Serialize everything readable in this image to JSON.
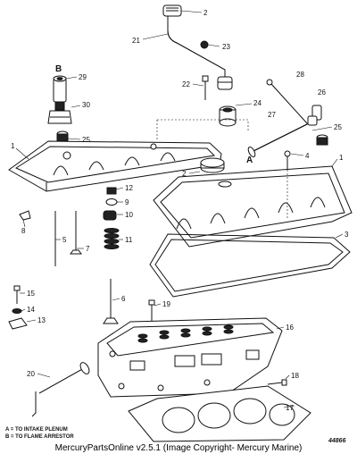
{
  "diagram": {
    "callouts": [
      {
        "id": "c2a",
        "text": "2"
      },
      {
        "id": "c21",
        "text": "21"
      },
      {
        "id": "c23",
        "text": "23"
      },
      {
        "id": "cB",
        "text": "B"
      },
      {
        "id": "c29",
        "text": "29"
      },
      {
        "id": "c28",
        "text": "28"
      },
      {
        "id": "c22",
        "text": "22"
      },
      {
        "id": "c24",
        "text": "24"
      },
      {
        "id": "c26",
        "text": "26"
      },
      {
        "id": "c30",
        "text": "30"
      },
      {
        "id": "c27",
        "text": "27"
      },
      {
        "id": "c25a",
        "text": "25"
      },
      {
        "id": "c25b",
        "text": "25"
      },
      {
        "id": "c1a",
        "text": "1"
      },
      {
        "id": "cA",
        "text": "A"
      },
      {
        "id": "c4",
        "text": "4"
      },
      {
        "id": "c1b",
        "text": "1"
      },
      {
        "id": "c2b",
        "text": "2"
      },
      {
        "id": "c12",
        "text": "12"
      },
      {
        "id": "c9",
        "text": "9"
      },
      {
        "id": "c10",
        "text": "10"
      },
      {
        "id": "c8",
        "text": "8"
      },
      {
        "id": "c11",
        "text": "11"
      },
      {
        "id": "c3",
        "text": "3"
      },
      {
        "id": "c5",
        "text": "5"
      },
      {
        "id": "c7",
        "text": "7"
      },
      {
        "id": "c6",
        "text": "6"
      },
      {
        "id": "c15",
        "text": "15"
      },
      {
        "id": "c19",
        "text": "19"
      },
      {
        "id": "c14",
        "text": "14"
      },
      {
        "id": "c13",
        "text": "13"
      },
      {
        "id": "c16",
        "text": "16"
      },
      {
        "id": "c20",
        "text": "20"
      },
      {
        "id": "c18",
        "text": "18"
      },
      {
        "id": "c17",
        "text": "17"
      }
    ],
    "legend_a": "A = TO INTAKE PLENUM",
    "legend_b": "B = TO FLAME ARRESTOR",
    "figure_number": "44866",
    "footer": "MercuryPartsOnline v2.5.1 (Image Copyright- Mercury Marine)"
  }
}
